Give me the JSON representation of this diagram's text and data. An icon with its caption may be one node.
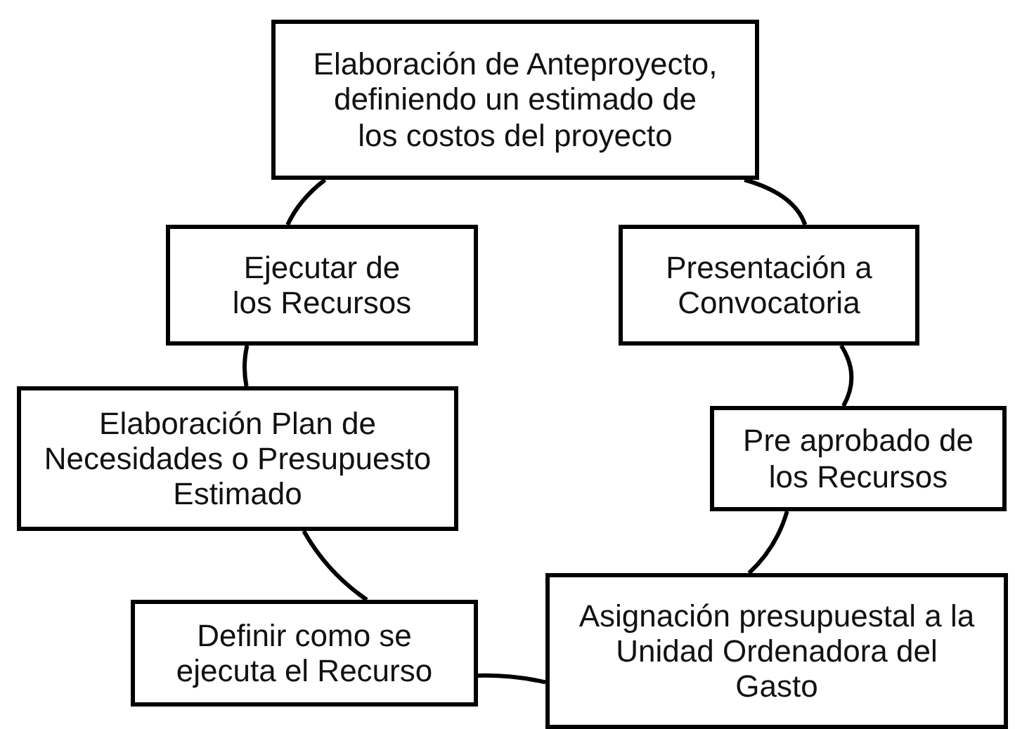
{
  "diagram": {
    "nodes": [
      {
        "text": [
          "Elaboración de Anteproyecto, definiendo un estimado de los costos del proyecto"
        ]
      },
      {
        "text": [
          "Ejecutar de los Recursos"
        ]
      },
      {
        "text": [
          "Presentación a Convocatoria"
        ]
      },
      {
        "text": [
          "Elaboración Plan de Necesidades o Presupuesto Estimado"
        ]
      },
      {
        "text": [
          "Pre aprobado de los Recursos"
        ]
      },
      {
        "text": [
          "Definir como se ejecuta el Recurso"
        ]
      },
      {
        "text": [
          "Asignación presupuestal a la Unidad Ordenadora del Gasto"
        ]
      }
    ],
    "edges": [
      {
        "from": 0,
        "to": 2,
        "arrow": "none"
      },
      {
        "from": 2,
        "to": 4,
        "arrow": "none"
      },
      {
        "from": 4,
        "to": 6,
        "arrow": "none"
      },
      {
        "from": 6,
        "to": 5,
        "arrow": "none"
      },
      {
        "from": 5,
        "to": 3,
        "arrow": "none"
      },
      {
        "from": 3,
        "to": 1,
        "arrow": "none"
      },
      {
        "from": 1,
        "to": 0,
        "arrow": "none"
      }
    ]
  }
}
